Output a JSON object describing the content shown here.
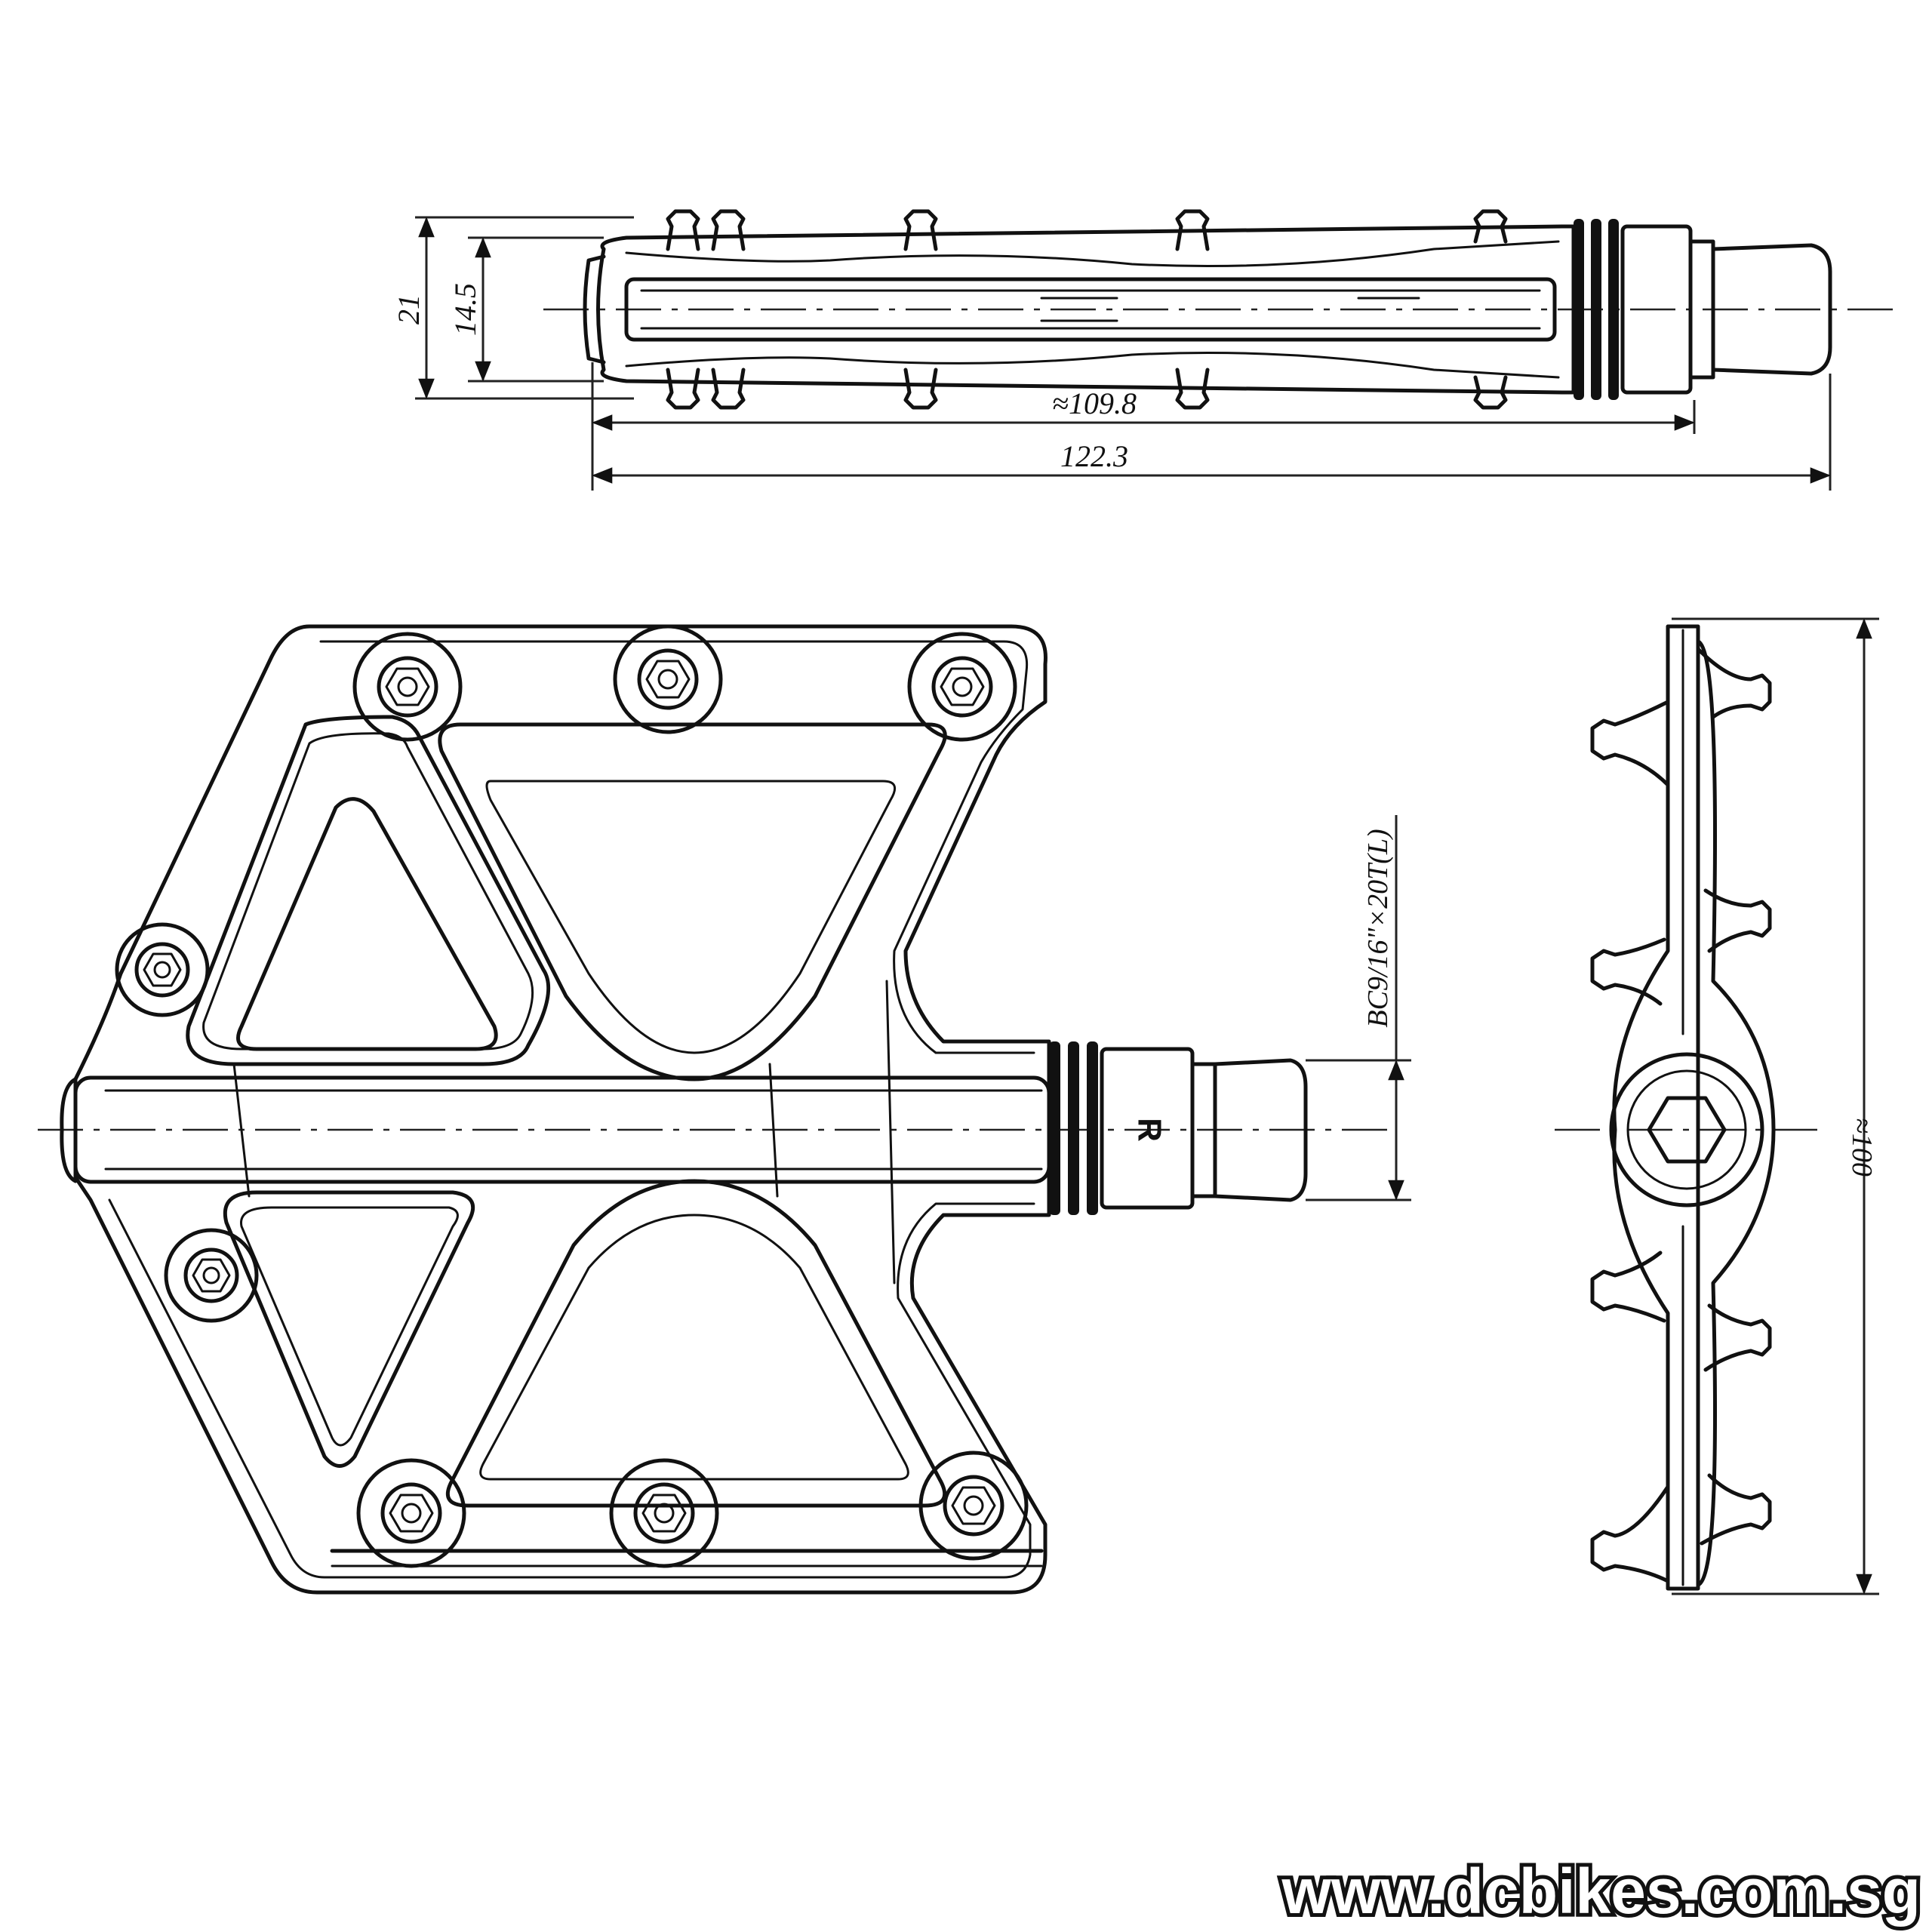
{
  "dimensions": {
    "height_overall": "21",
    "height_body": "14.5",
    "spindle_length": "≈109.8",
    "overall_length": "122.3",
    "body_width": "≈100",
    "thread_spec": "BC9/16\"×20T(L)"
  },
  "side_marking": "R",
  "watermark": "www.dcbikes.com.sg"
}
